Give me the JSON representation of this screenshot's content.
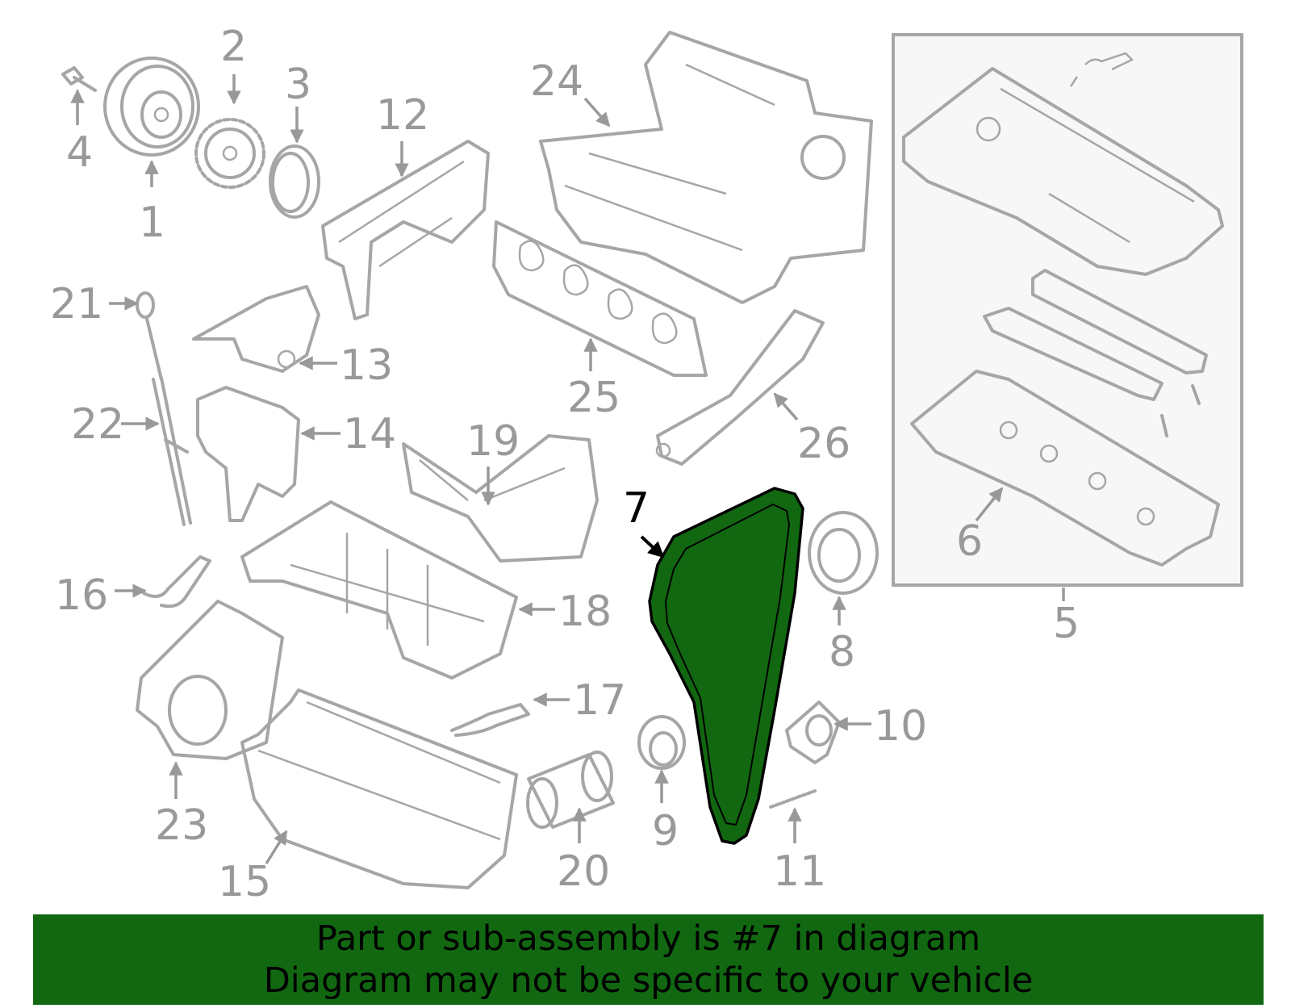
{
  "diagram": {
    "highlighted_part": "7",
    "highlight_color": "#116811",
    "part_color": "#a6a6a6",
    "label_color": "#999999",
    "callouts": [
      "1",
      "2",
      "3",
      "4",
      "5",
      "6",
      "7",
      "8",
      "9",
      "10",
      "11",
      "12",
      "13",
      "14",
      "15",
      "16",
      "17",
      "18",
      "19",
      "20",
      "21",
      "22",
      "23",
      "24",
      "25",
      "26"
    ]
  },
  "banner": {
    "line1": "Part or sub-assembly is #7 in diagram",
    "line2": "Diagram may not be specific to your vehicle",
    "background": "#116811"
  }
}
